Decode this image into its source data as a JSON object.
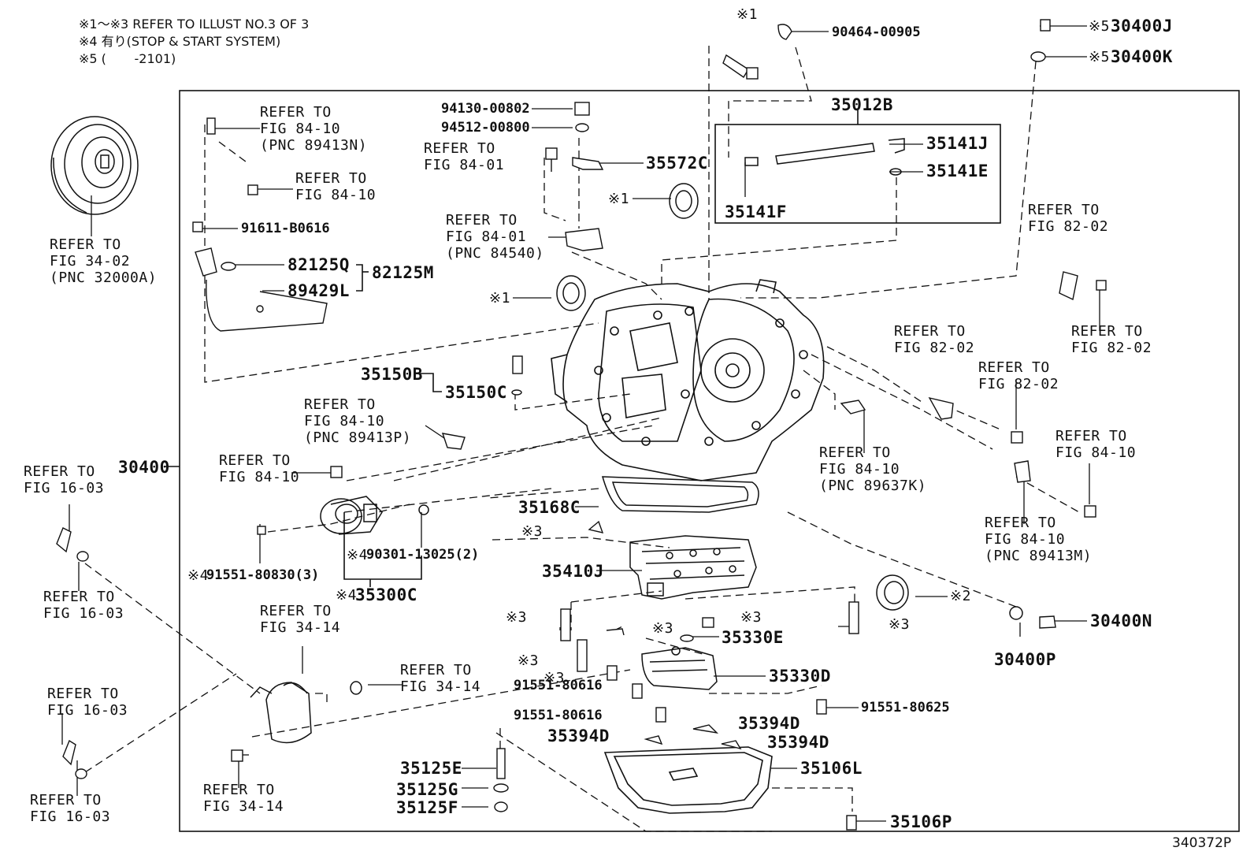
{
  "notes": {
    "line1": "※1～※3 REFER TO ILLUST NO.3 OF 3",
    "line2": "※4 有り(STOP & START SYSTEM)",
    "line3": "※5 (       -2101)"
  },
  "illustration_code": "340372P",
  "part_numbers": {
    "p30400": "30400",
    "p35012B": "35012B",
    "p35141J": "35141J",
    "p35141E": "35141E",
    "p35141F": "35141F",
    "p90464": "90464-00905",
    "p30400J": "30400J",
    "p30400K": "30400K",
    "p94130": "94130-00802",
    "p94512": "94512-00800",
    "p35572C": "35572C",
    "p91611": "91611-B0616",
    "p82125Q": "82125Q",
    "p82125M": "82125M",
    "p89429L": "89429L",
    "p35150B": "35150B",
    "p35150C": "35150C",
    "p35168C": "35168C",
    "p35410J": "35410J",
    "p90301": "90301-13025(2)",
    "p91551_80830": "91551-80830(3)",
    "p35300C": "35300C",
    "p35330E": "35330E",
    "p35330D": "35330D",
    "p91551_80616a": "91551-80616",
    "p91551_80616b": "91551-80616",
    "p91551_80625": "91551-80625",
    "p35394Da": "35394D",
    "p35394Db": "35394D",
    "p35394Dc": "35394D",
    "p35106L": "35106L",
    "p35125E": "35125E",
    "p35125G": "35125G",
    "p35125F": "35125F",
    "p35106P": "35106P",
    "p30400N": "30400N",
    "p30400P": "30400P"
  },
  "marks": {
    "m1": "※1",
    "m2": "※2",
    "m3": "※3",
    "m4": "※4",
    "m5": "※5"
  },
  "refs": {
    "r_fig3402": "REFER TO\nFIG 34-02\n(PNC 32000A)",
    "r_fig8410_n": "REFER TO\nFIG 84-10\n(PNC 89413N)",
    "r_fig8410_a": "REFER TO\nFIG 84-10",
    "r_fig8401_a": "REFER TO\nFIG 84-01",
    "r_fig8401_b": "REFER TO\nFIG 84-01\n(PNC 84540)",
    "r_fig8202_a": "REFER TO\nFIG 82-02",
    "r_fig8202_b": "REFER TO\nFIG 82-02",
    "r_fig8202_c": "REFER TO\nFIG 82-02",
    "r_fig8202_d": "REFER TO\nFIG 82-02",
    "r_fig8410_p": "REFER TO\nFIG 84-10\n(PNC 89413P)",
    "r_fig8410_b": "REFER TO\nFIG 84-10",
    "r_fig8410_k": "REFER TO\nFIG 84-10\n(PNC 89637K)",
    "r_fig8410_c": "REFER TO\nFIG 84-10",
    "r_fig8410_m": "REFER TO\nFIG 84-10\n(PNC 89413M)",
    "r_fig1603_a": "REFER TO\nFIG 16-03",
    "r_fig1603_b": "REFER TO\nFIG 16-03",
    "r_fig1603_c": "REFER TO\nFIG 16-03",
    "r_fig1603_d": "REFER TO\nFIG 16-03",
    "r_fig3414_a": "REFER TO\nFIG 34-14",
    "r_fig3414_b": "REFER TO\nFIG 34-14",
    "r_fig3414_c": "REFER TO\nFIG 34-14"
  }
}
